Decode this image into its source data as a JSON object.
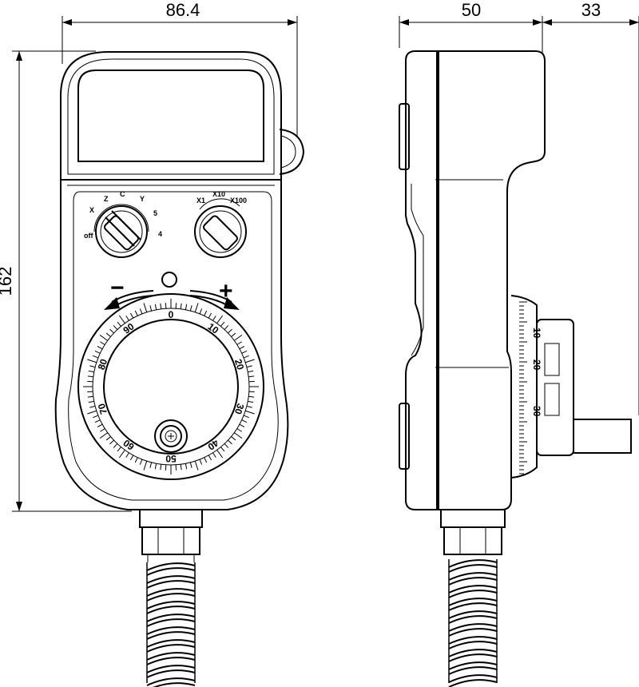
{
  "dimensions": {
    "width_front": "86.4",
    "height": "162",
    "depth_body": "50",
    "depth_handwheel": "33"
  },
  "axis_selector": {
    "labels": [
      "off",
      "X",
      "Z",
      "C",
      "Y",
      "5",
      "4"
    ]
  },
  "step_selector": {
    "labels": [
      "X1",
      "X10",
      "X100"
    ]
  },
  "jog": {
    "minus_label": "−",
    "plus_label": "+"
  },
  "handwheel": {
    "front_scale_labels": [
      "0",
      "10",
      "20",
      "30",
      "40",
      "50",
      "60",
      "70",
      "80",
      "90"
    ],
    "side_scale_labels": [
      "10",
      "20",
      "30"
    ]
  }
}
